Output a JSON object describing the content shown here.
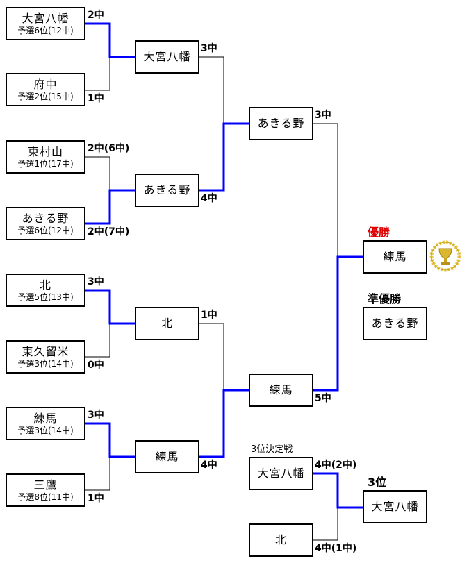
{
  "round1": [
    {
      "name": "大宮八幡",
      "seed": "予選6位(12中)",
      "score": "2中"
    },
    {
      "name": "府中",
      "seed": "予選2位(15中)",
      "score": "1中"
    },
    {
      "name": "東村山",
      "seed": "予選1位(17中)",
      "score": "2中(6中)"
    },
    {
      "name": "あきる野",
      "seed": "予選6位(12中)",
      "score": "2中(7中)"
    },
    {
      "name": "北",
      "seed": "予選5位(13中)",
      "score": "3中"
    },
    {
      "name": "東久留米",
      "seed": "予選3位(14中)",
      "score": "0中"
    },
    {
      "name": "練馬",
      "seed": "予選3位(14中)",
      "score": "3中"
    },
    {
      "name": "三鷹",
      "seed": "予選8位(11中)",
      "score": "1中"
    }
  ],
  "round2": [
    {
      "name": "大宮八幡",
      "score": "3中"
    },
    {
      "name": "あきる野",
      "score": "4中"
    },
    {
      "name": "北",
      "score": "1中"
    },
    {
      "name": "練馬",
      "score": "4中"
    }
  ],
  "semifinal": [
    {
      "name": "あきる野",
      "score": "3中"
    },
    {
      "name": "練馬",
      "score": "5中"
    }
  ],
  "results": {
    "champion_label": "優勝",
    "champion": "練馬",
    "runner_up_label": "準優勝",
    "runner_up": "あきる野",
    "third_label": "3位",
    "third": "大宮八幡"
  },
  "third_place_match": {
    "title": "3位決定戦",
    "teams": [
      {
        "name": "大宮八幡",
        "score": "4中(2中)"
      },
      {
        "name": "北",
        "score": "4中(1中)"
      }
    ]
  },
  "colors": {
    "winner_line": "#0000ff",
    "loser_line": "#000000",
    "champion_label": "#e00000"
  },
  "icons": {
    "trophy": "gold-trophy-icon"
  }
}
